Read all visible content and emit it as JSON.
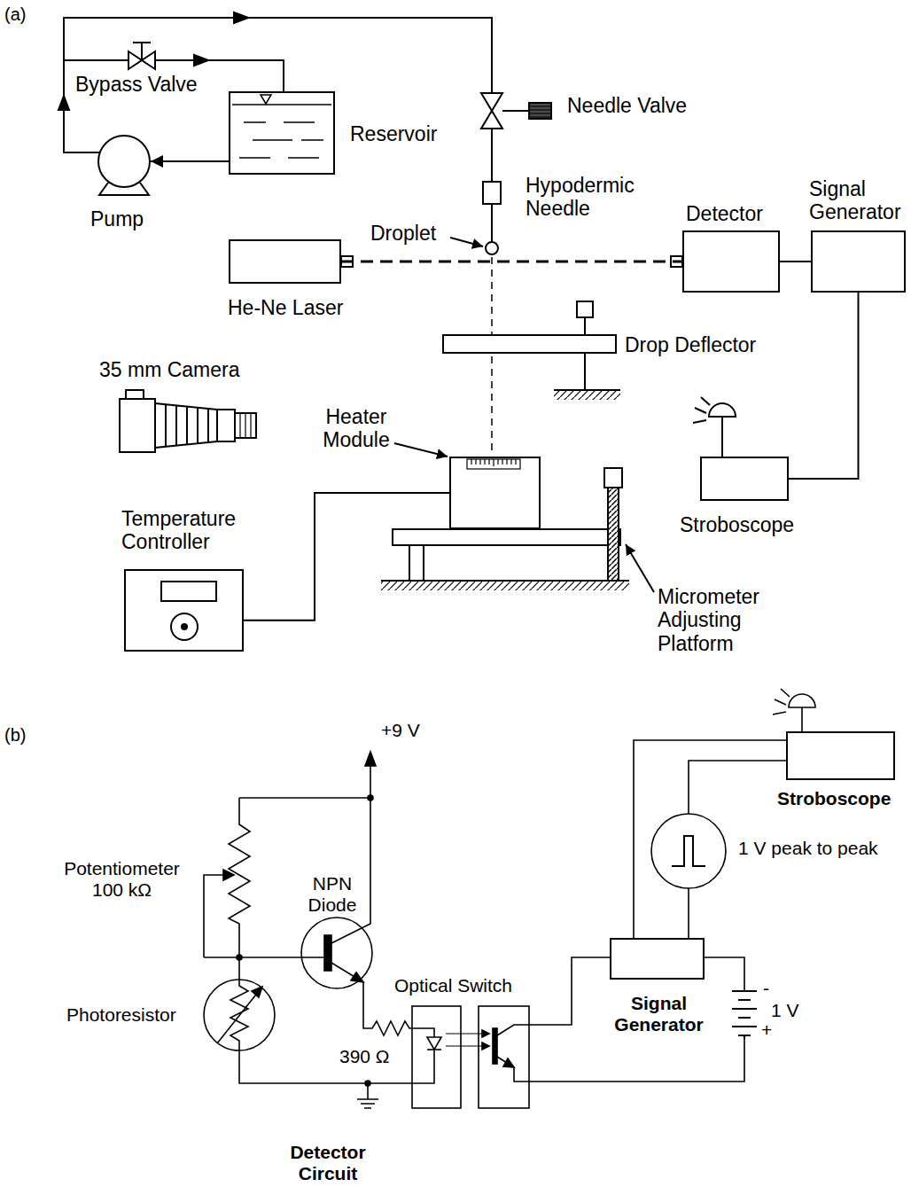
{
  "diagram": {
    "nodes": [
      {
        "text": [
          "Reservoir"
        ]
      },
      {
        "text": [
          "Pump"
        ]
      },
      {
        "text": [
          "He-Ne Laser"
        ]
      },
      {
        "text": [
          "Detector"
        ]
      },
      {
        "text": [
          "Signal Generator"
        ]
      },
      {
        "text": [
          "Heater Module"
        ]
      },
      {
        "text": [
          "Stroboscope"
        ]
      },
      {
        "text": [
          "Temperature Controller"
        ]
      },
      {
        "text": [
          "Stroboscope"
        ]
      },
      {
        "text": [
          "Signal Generator"
        ]
      }
    ],
    "edges": [
      {
        "from": 0,
        "to": 1,
        "arrow": "to"
      },
      {
        "from": 2,
        "to": 3,
        "arrow": "none"
      },
      {
        "from": 3,
        "to": 4,
        "arrow": "none"
      },
      {
        "from": 4,
        "to": 6,
        "arrow": "none"
      },
      {
        "from": 7,
        "to": 5,
        "arrow": "none"
      },
      {
        "from": 9,
        "to": 8,
        "arrow": "none"
      }
    ],
    "labels": [
      "(a)",
      "Bypass Valve",
      "Needle Valve",
      "Hypodermic Needle",
      "Droplet",
      "Drop Deflector",
      "35 mm Camera",
      "Micrometer Adjusting Platform",
      "(b)",
      "+9 V",
      "Potentiometer 100 kΩ",
      "NPN Diode",
      "Optical Switch",
      "Photoresistor",
      "390 Ω",
      "1 V peak to peak",
      "-",
      "1 V",
      "+",
      "Detector Circuit"
    ]
  }
}
